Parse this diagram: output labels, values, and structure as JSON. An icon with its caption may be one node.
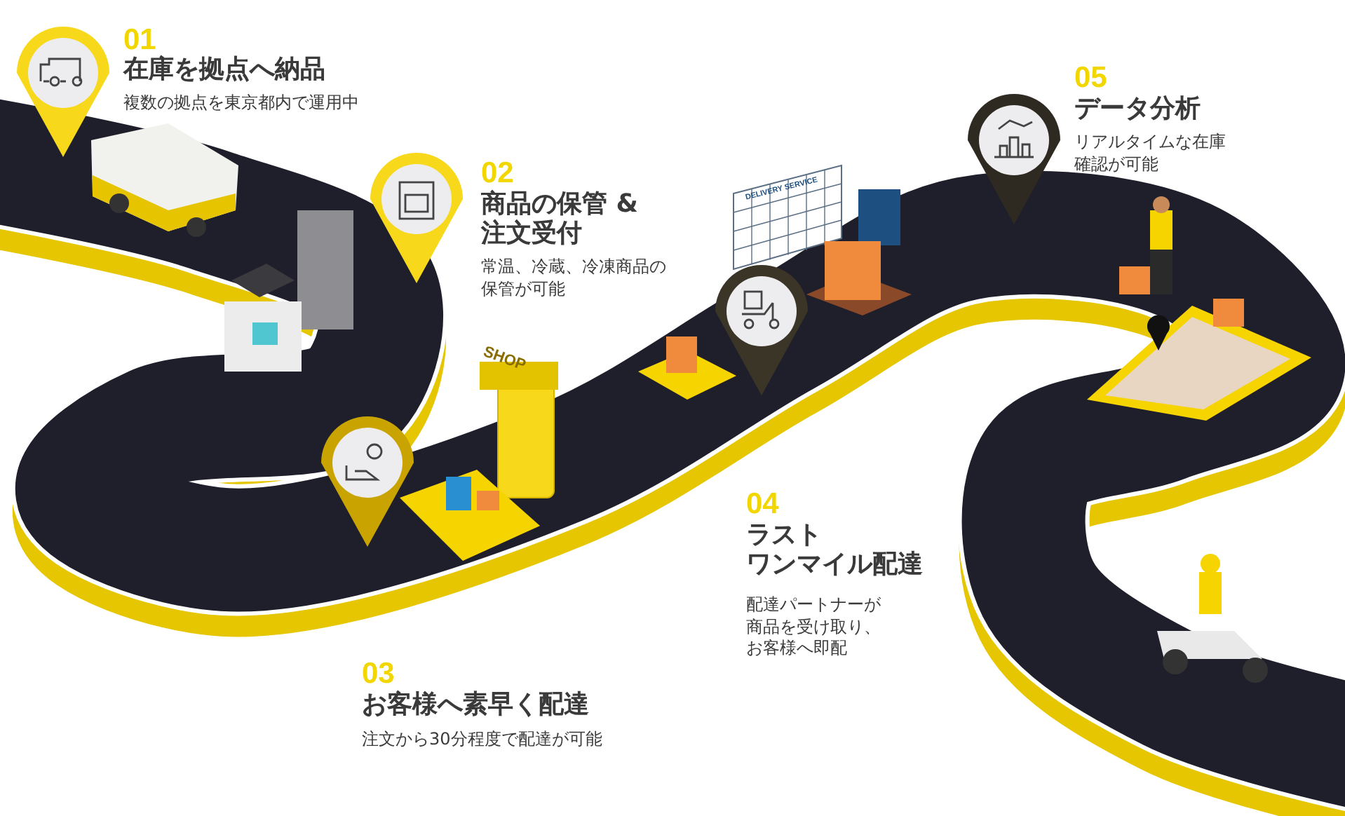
{
  "diagram": {
    "labels": [
      "01",
      "在庫を拠点へ納品",
      "複数の拠点を東京都内で運用中",
      "05",
      "データ分析",
      "リアルタイムな在庫確認が可能",
      "02",
      "商品の保管 & 注文受付",
      "常温、冷蔵、冷凍商品の保管が可能",
      "DELIVERY SERVICE",
      "SHOP",
      "04",
      "ラスト",
      "ワンマイル配達",
      "配達パートナーが商品を受け取り、お客様へ即配",
      "03",
      "お客様へ素早く配達",
      "注文から30分程度で配達が可能"
    ]
  }
}
